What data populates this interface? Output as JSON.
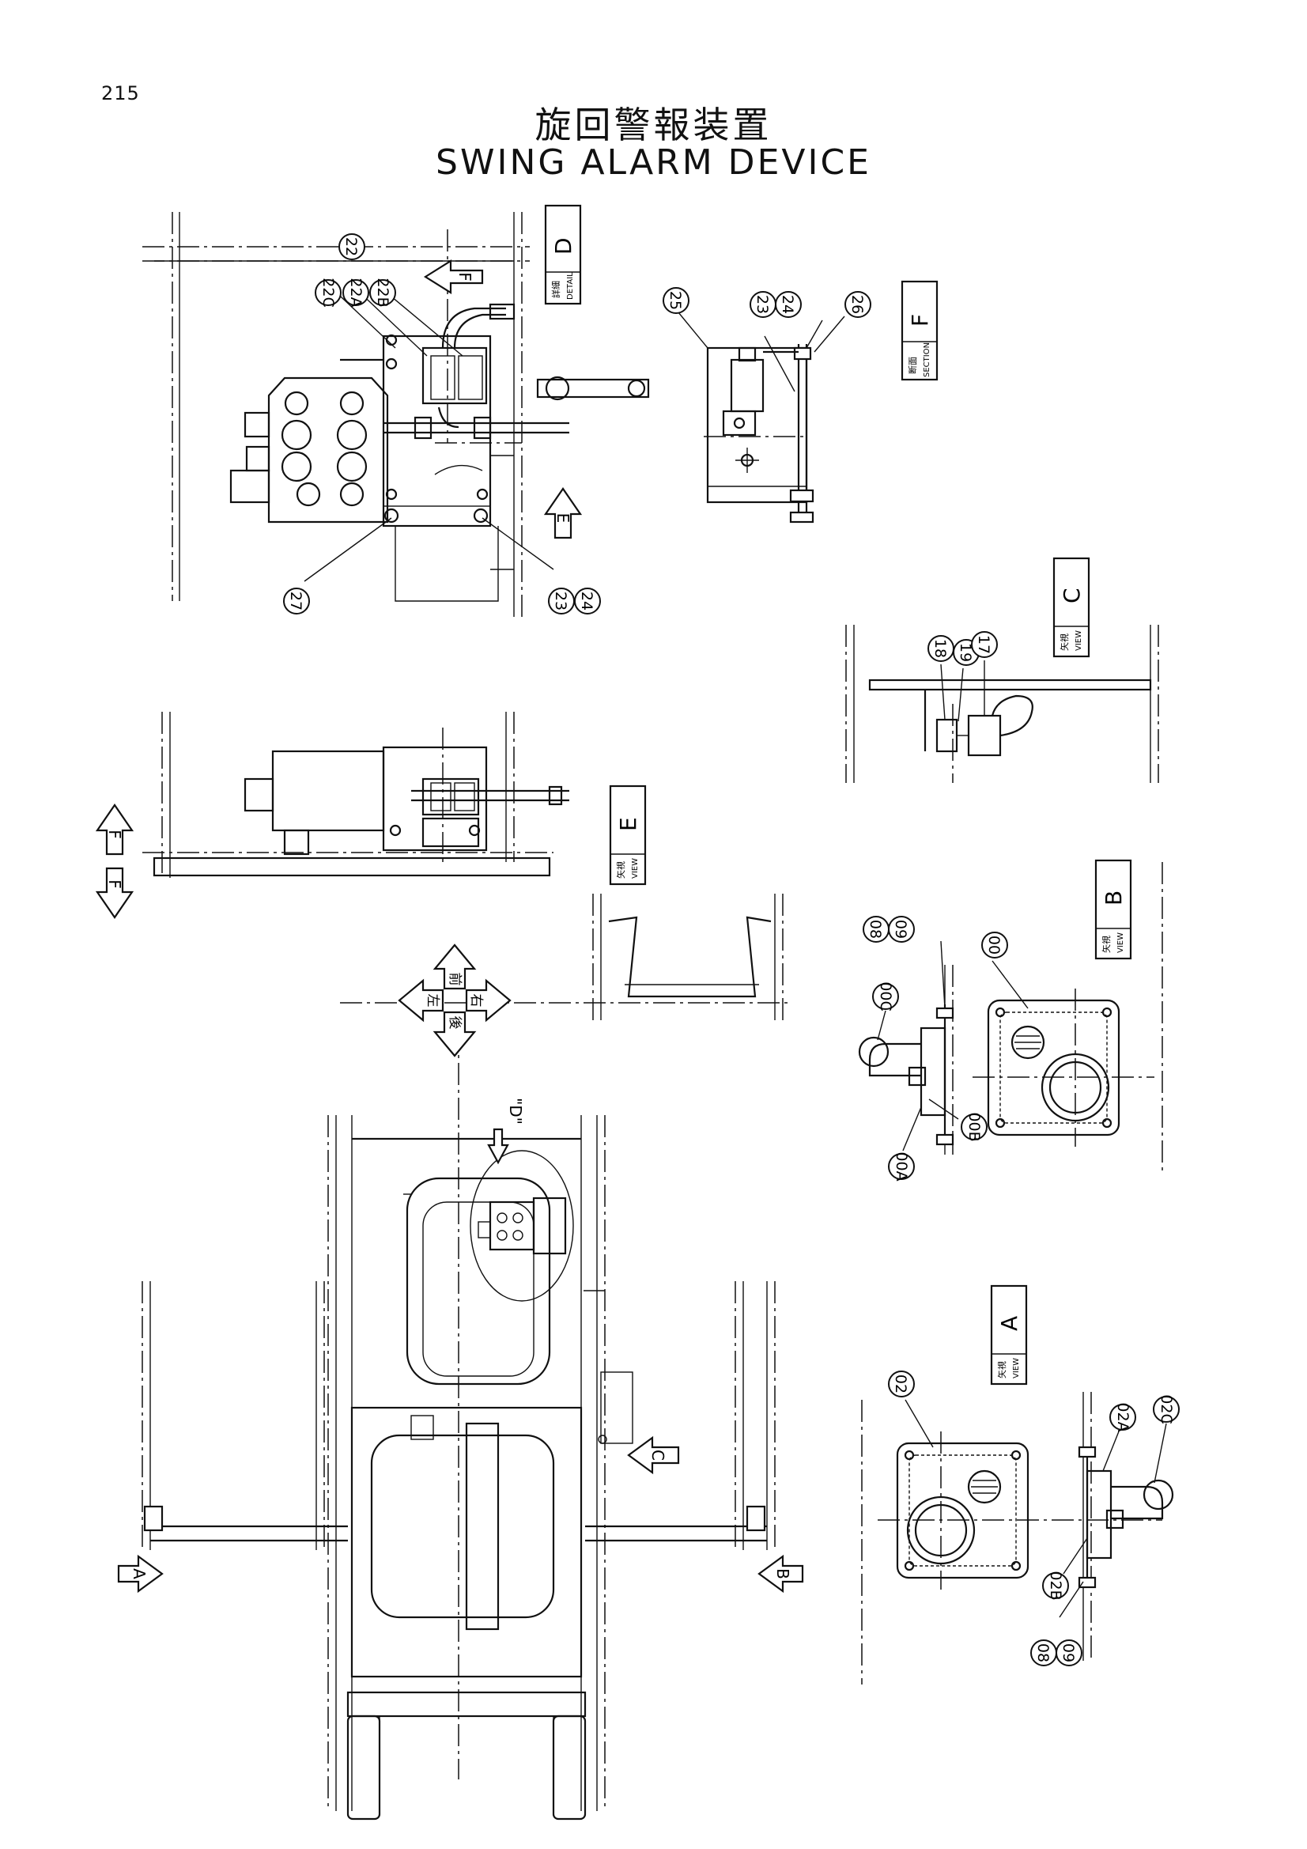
{
  "page_number": "215",
  "title_ja": "旋回警報装置",
  "title_en": "SWING ALARM DEVICE",
  "callouts": {
    "c22": "22",
    "c22c": "22C",
    "c22a": "22A",
    "c22b": "22B",
    "c27": "27",
    "c23a": "23",
    "c24a": "24",
    "c25": "25",
    "c23b": "23",
    "c24b": "24",
    "c26": "26",
    "c18": "18",
    "c19": "19",
    "c17": "17",
    "c08a": "08",
    "c09a": "09",
    "c00c": "00C",
    "c00b": "00B",
    "c00a": "00A",
    "c00": "00",
    "c02": "02",
    "c02a": "02A",
    "c02c": "02C",
    "c02b": "02B",
    "c08b": "08",
    "c09b": "09"
  },
  "view_labels": {
    "detail_d": {
      "ja": "詳細",
      "en": "DETAIL",
      "letter": "D"
    },
    "section_f": {
      "ja": "断面",
      "en": "SECTION",
      "letter": "F"
    },
    "view_c": {
      "ja": "矢視",
      "en": "VIEW",
      "letter": "C"
    },
    "view_e": {
      "ja": "矢視",
      "en": "VIEW",
      "letter": "E"
    },
    "view_b": {
      "ja": "矢視",
      "en": "VIEW",
      "letter": "B"
    },
    "view_a": {
      "ja": "矢視",
      "en": "VIEW",
      "letter": "A"
    }
  },
  "arrows": {
    "f_top": "F",
    "e_mid": "E",
    "f_left_up": "F",
    "f_left_down": "F",
    "a": "A",
    "b": "B",
    "c": "C",
    "d": "\"D\""
  },
  "compass": {
    "front": "前",
    "left": "左",
    "right": "右",
    "rear": "後"
  }
}
